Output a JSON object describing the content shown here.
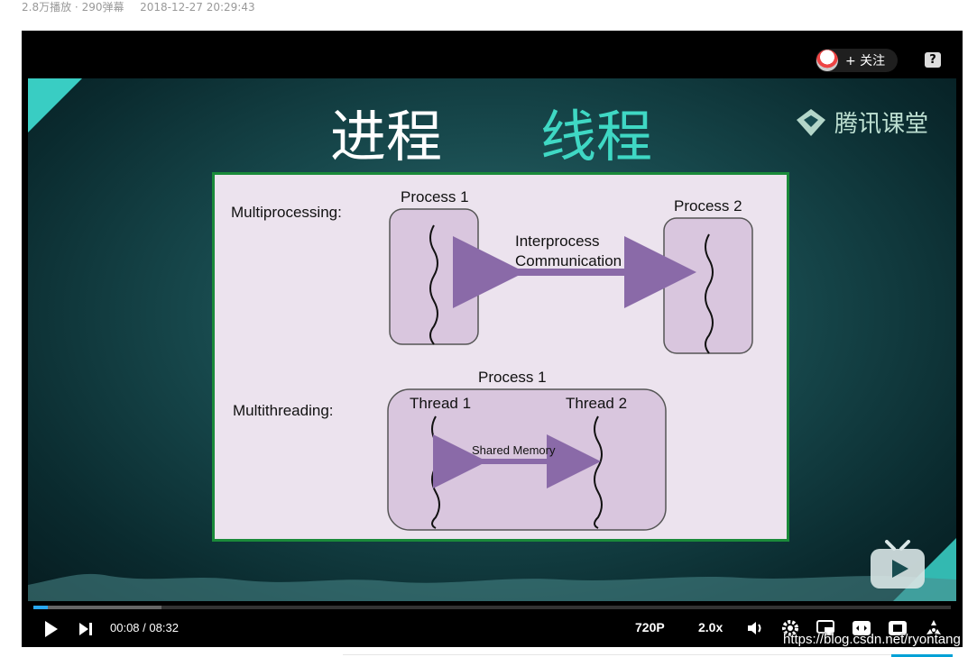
{
  "meta": {
    "plays": "2.8万播放",
    "sep": "·",
    "danmaku": "290弹幕",
    "datetime": "2018-12-27 20:29:43"
  },
  "overlay": {
    "follow_label": "+ 关注",
    "help_glyph": "?"
  },
  "video": {
    "title_left": "进程",
    "title_right": "线程",
    "brand": "腾讯课堂",
    "slide": {
      "multiprocessing_label": "Multiprocessing:",
      "process1_label": "Process 1",
      "process2_label": "Process 2",
      "ipc_line1": "Interprocess",
      "ipc_line2": "Communication",
      "multithreading_label": "Multithreading:",
      "mt_process_label": "Process 1",
      "thread1_label": "Thread 1",
      "thread2_label": "Thread 2",
      "shared_memory_label": "Shared Memory"
    }
  },
  "controls": {
    "current_time": "00:08",
    "time_sep": "/",
    "duration": "08:32",
    "quality": "720P",
    "speed": "2.0x",
    "progress_fraction": 0.016,
    "buffered_fraction": 0.14
  },
  "watermark": "https://blog.csdn.net/ryontang",
  "colors": {
    "accent": "#29a8f0",
    "slide_border": "#1a8a3a",
    "box_fill": "#d9c6de",
    "arrow": "#8a6aa8",
    "title_teal": "#3fd8c4"
  }
}
